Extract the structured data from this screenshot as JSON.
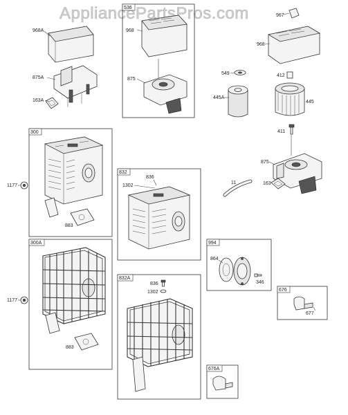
{
  "watermark": "AppliancePartsPros.com",
  "groups": {
    "g300": "300",
    "g300A": "300A",
    "g536": "536",
    "g832": "832",
    "g832A": "832A",
    "g994": "994",
    "g676": "676",
    "g676A": "676A"
  },
  "parts": {
    "p968A": "968A",
    "p875A": "875A",
    "p163A": "163A",
    "p968_left": "968",
    "p875_left": "875",
    "p967": "967",
    "p968_right": "968",
    "p549": "549",
    "p412": "412",
    "p445A": "445A",
    "p445": "445",
    "p411": "411",
    "p875_right": "875",
    "p11": "11",
    "p163": "163",
    "p1177_a": "1177",
    "p883_a": "883",
    "p836_a": "836",
    "p1302_a": "1302",
    "p864": "864",
    "p346": "346",
    "p1177_b": "1177",
    "p883_b": "883",
    "p836_b": "836",
    "p1302_b": "1302",
    "p677": "677"
  }
}
